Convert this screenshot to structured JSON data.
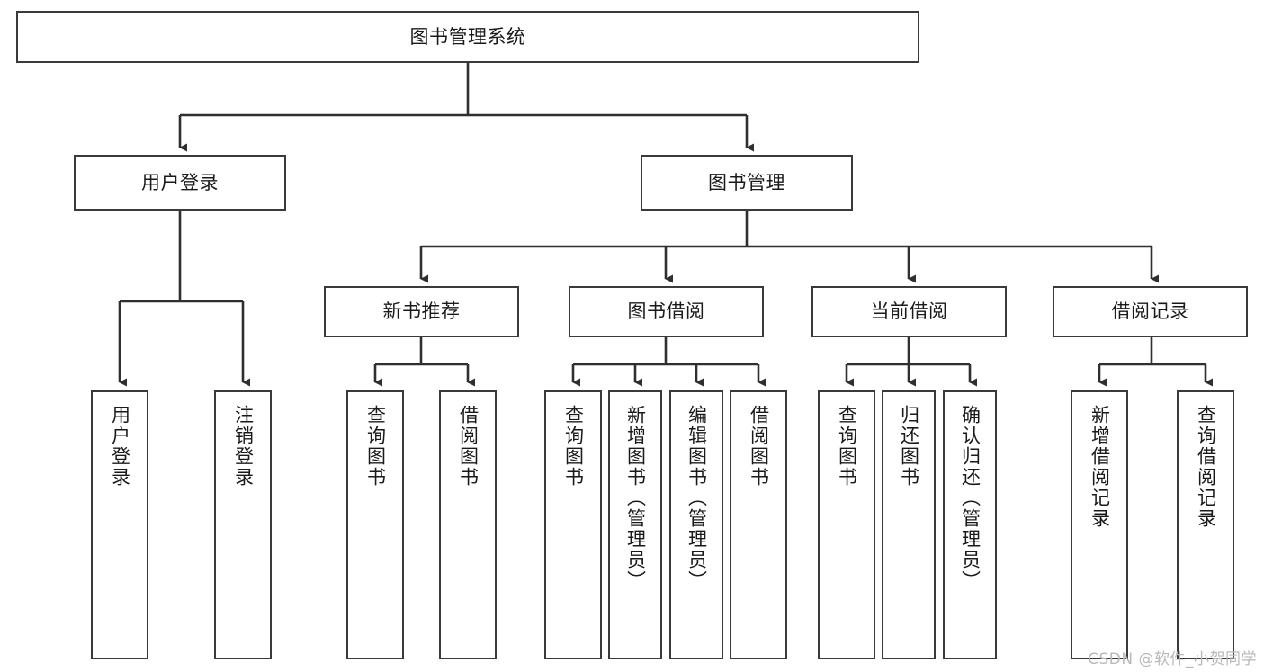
{
  "diagram": {
    "title": "图书管理系统",
    "type": "tree",
    "style": {
      "box_border": "#3a3a3a",
      "box_fill": "#ffffff",
      "edge_color": "#2f2f2f",
      "text_color": "#1a1a1a",
      "background": "#ffffff",
      "watermark_color": "#b9b9b9"
    },
    "nodes": {
      "root": {
        "label": "图书管理系统"
      },
      "level1": [
        {
          "id": "user-login",
          "label": "用户登录"
        },
        {
          "id": "book-management",
          "label": "图书管理"
        }
      ],
      "level2": [
        {
          "id": "new-book-recommend",
          "label": "新书推荐"
        },
        {
          "id": "book-borrow",
          "label": "图书借阅"
        },
        {
          "id": "current-borrow",
          "label": "当前借阅"
        },
        {
          "id": "borrow-record",
          "label": "借阅记录"
        }
      ],
      "leaves": [
        {
          "id": "leaf-user-login",
          "label": "用户登录",
          "parent": "user-login"
        },
        {
          "id": "leaf-logout",
          "label": "注销登录",
          "parent": "user-login"
        },
        {
          "id": "leaf-query-book-1",
          "label": "查询图书",
          "parent": "new-book-recommend"
        },
        {
          "id": "leaf-borrow-book-1",
          "label": "借阅图书",
          "parent": "new-book-recommend"
        },
        {
          "id": "leaf-query-book-2",
          "label": "查询图书",
          "parent": "book-borrow"
        },
        {
          "id": "leaf-add-book",
          "label": "新增图书（管理员）",
          "parent": "book-borrow"
        },
        {
          "id": "leaf-edit-book",
          "label": "编辑图书（管理员）",
          "parent": "book-borrow"
        },
        {
          "id": "leaf-borrow-book-2",
          "label": "借阅图书",
          "parent": "book-borrow"
        },
        {
          "id": "leaf-query-book-3",
          "label": "查询图书",
          "parent": "current-borrow"
        },
        {
          "id": "leaf-return-book",
          "label": "归还图书",
          "parent": "current-borrow"
        },
        {
          "id": "leaf-confirm-return",
          "label": "确认归还（管理员）",
          "parent": "current-borrow"
        },
        {
          "id": "leaf-add-record",
          "label": "新增借阅记录",
          "parent": "borrow-record"
        },
        {
          "id": "leaf-query-record",
          "label": "查询借阅记录",
          "parent": "borrow-record"
        }
      ]
    },
    "watermark": "CSDN @软件_小贺同学"
  }
}
